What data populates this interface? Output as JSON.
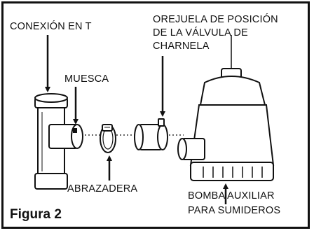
{
  "figure": {
    "caption": "Figura 2",
    "labels": {
      "tee": "CONEXIÓN EN T",
      "notch": "MUESCA",
      "flap_line1": "OREJUELA DE POSICIÓN",
      "flap_line2": "DE LA VÁLVULA DE",
      "flap_line3": "CHARNELA",
      "clamp": "ABRAZADERA",
      "pump_line1": "BOMBA AUXILIAR",
      "pump_line2": "PARA SUMIDEROS"
    }
  }
}
